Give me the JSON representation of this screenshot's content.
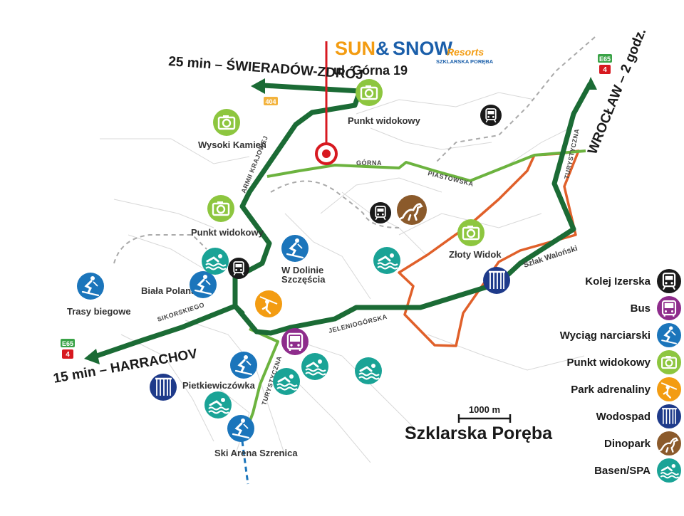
{
  "brand": {
    "sun": "SUN",
    "amp": "&",
    "snow": "SNOW",
    "resorts": "Resorts",
    "location": "SZKLARSKA PORĘBA",
    "address": "ul. Górna 19"
  },
  "colors": {
    "main_road": "#1b6b35",
    "local_road": "#6cb33f",
    "trail": "#e0602a",
    "pin": "#d71920",
    "orange_brand": "#f39c12",
    "blue_brand": "#1b5faa",
    "dashed_road": "#aaaaaa"
  },
  "destinations": {
    "swieradow": "25 min – ŚWIERADÓW-ZDRÓJ",
    "harrachov": "15 min – HARRACHOV",
    "wroclaw": "WROCŁAW – 2 godz."
  },
  "road_badges": {
    "r404": "404",
    "e65_a": "E65",
    "four_a": "4",
    "e65_b": "E65",
    "four_b": "4"
  },
  "streets": {
    "armii": "ARMII KRAJOWEJ",
    "gorna": "GÓRNA",
    "piastowska": "PIASTOWSKA",
    "turystyczna_ne": "TURYSTYCZNA",
    "sikorskiego": "SIKORSKIEGO",
    "jeleniogorska": "JELENIOGÓRSKA",
    "turystyczna_s": "TURYSTYCZNA",
    "szlak": "Szlak Waloński"
  },
  "places": {
    "punkt_top": "Punkt widokowy",
    "wysoki": "Wysoki Kamień",
    "punkt_left": "Punkt widokowy",
    "trasy": "Trasy biegowe",
    "biala": "Biała Polana",
    "dolina": "W Dolinie",
    "szczescia": "Szczęścia",
    "zloty": "Złoty Widok",
    "pietkiewiczowka": "Pietkiewiczówka",
    "ski_arena": "Ski Arena Szrenica"
  },
  "scale": {
    "label": "1000 m"
  },
  "town": "Szklarska Poręba",
  "legend": [
    {
      "label": "Kolej Izerska",
      "icon": "train-icon",
      "color": "#1a1a1a"
    },
    {
      "label": "Bus",
      "icon": "bus-icon",
      "color": "#8e2c8c"
    },
    {
      "label": "Wyciąg narciarski",
      "icon": "ski-icon",
      "color": "#1b75bb"
    },
    {
      "label": "Punkt widokowy",
      "icon": "camera-icon",
      "color": "#8dc63f"
    },
    {
      "label": "Park adrenaliny",
      "icon": "zipline-icon",
      "color": "#f39c12"
    },
    {
      "label": "Wodospad",
      "icon": "waterfall-icon",
      "color": "#1e3a8a"
    },
    {
      "label": "Dinopark",
      "icon": "dinosaur-icon",
      "color": "#8b5a2b"
    },
    {
      "label": "Basen/SPA",
      "icon": "swimmer-icon",
      "color": "#1aa396"
    }
  ]
}
